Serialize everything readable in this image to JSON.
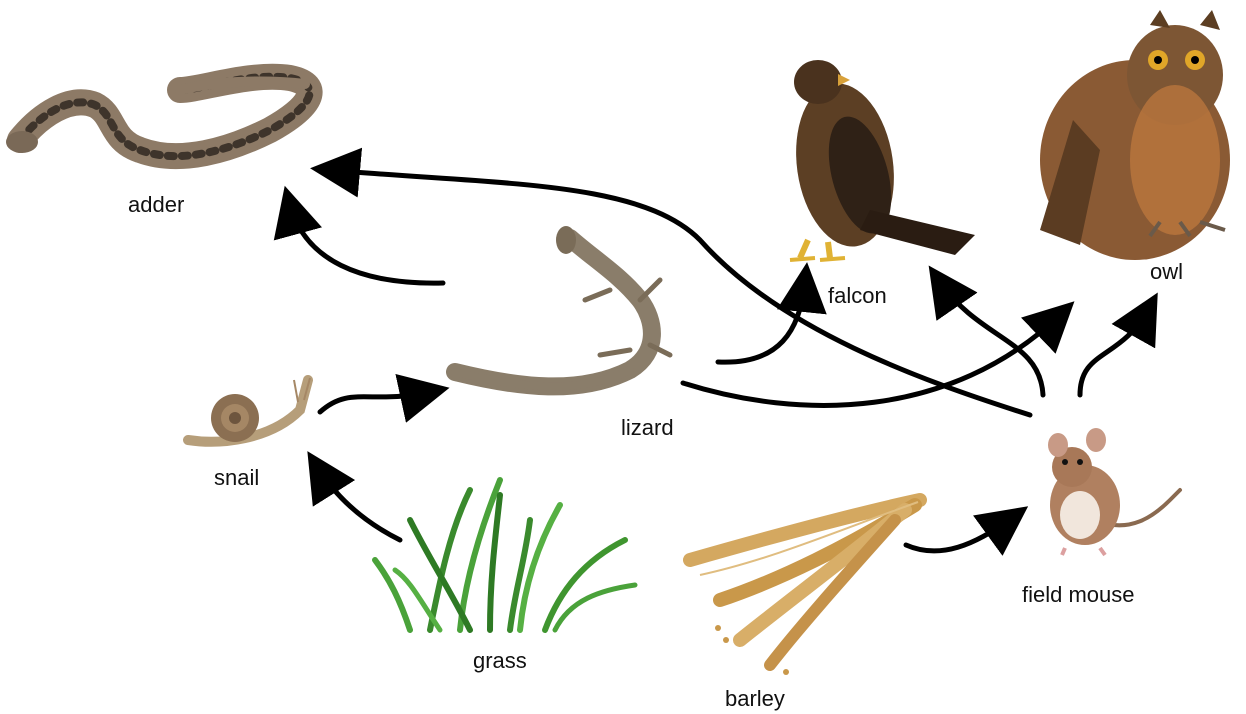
{
  "nodes": {
    "adder": "adder",
    "falcon": "falcon",
    "owl": "owl",
    "lizard": "lizard",
    "snail": "snail",
    "grass": "grass",
    "barley": "barley",
    "field_mouse": "field mouse"
  },
  "edges": [
    {
      "from": "grass",
      "to": "snail"
    },
    {
      "from": "snail",
      "to": "lizard"
    },
    {
      "from": "barley",
      "to": "field mouse"
    },
    {
      "from": "lizard",
      "to": "adder"
    },
    {
      "from": "lizard",
      "to": "falcon"
    },
    {
      "from": "lizard",
      "to": "owl"
    },
    {
      "from": "field mouse",
      "to": "adder"
    },
    {
      "from": "field mouse",
      "to": "falcon"
    },
    {
      "from": "field mouse",
      "to": "owl"
    }
  ],
  "colors": {
    "arrow": "#000000",
    "text": "#111111"
  }
}
